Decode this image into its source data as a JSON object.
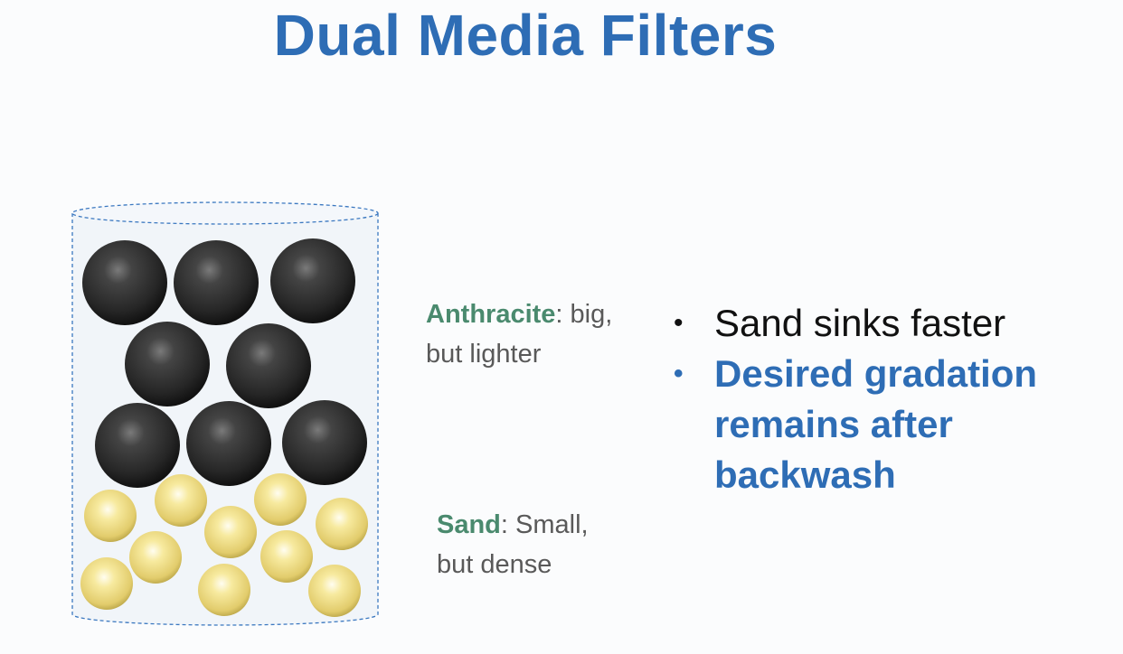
{
  "slide": {
    "title": "Dual Media Filters",
    "anthracite_label": {
      "term": "Anthracite",
      "rest_line1": ": big,",
      "line2": "but lighter"
    },
    "sand_label": {
      "term": "Sand",
      "rest_line1": ": Small,",
      "line2": "but dense"
    },
    "bullets": [
      {
        "text": "Sand sinks faster",
        "bullet": "•"
      },
      {
        "text": "Desired gradation remains after backwash",
        "bullet": "•"
      }
    ]
  },
  "colors": {
    "title": "#2e6db5",
    "term": "#4a8a6e",
    "anthracite": "#2d2d2d",
    "sand": "#eedc8a"
  }
}
